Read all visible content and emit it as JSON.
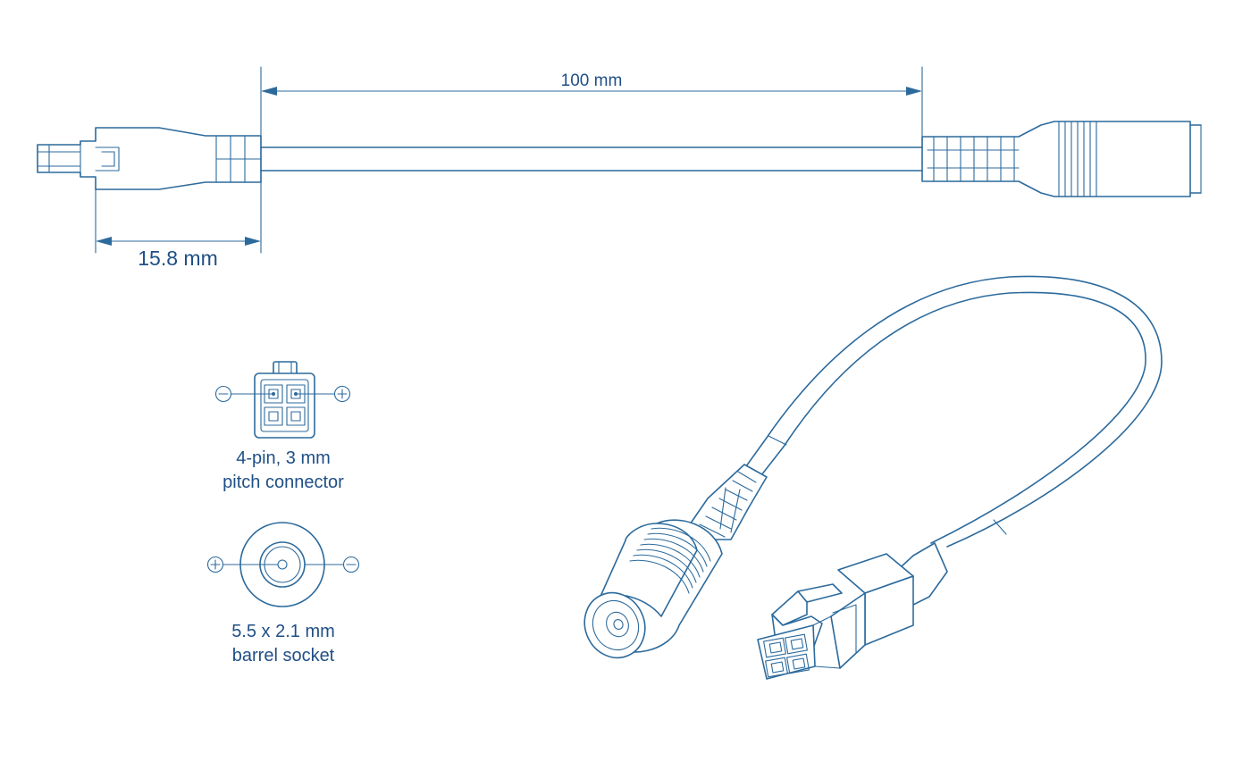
{
  "dimensions": {
    "cable_length": "100 mm",
    "connector_length": "15.8 mm"
  },
  "pin_connector": {
    "line1": "4-pin, 3 mm",
    "line2": "pitch connector"
  },
  "barrel_socket": {
    "line1": "5.5 x 2.1 mm",
    "line2": "barrel socket"
  },
  "colors": {
    "line": "#2c6a9c",
    "text": "#1f4f86",
    "background": "#ffffff"
  }
}
